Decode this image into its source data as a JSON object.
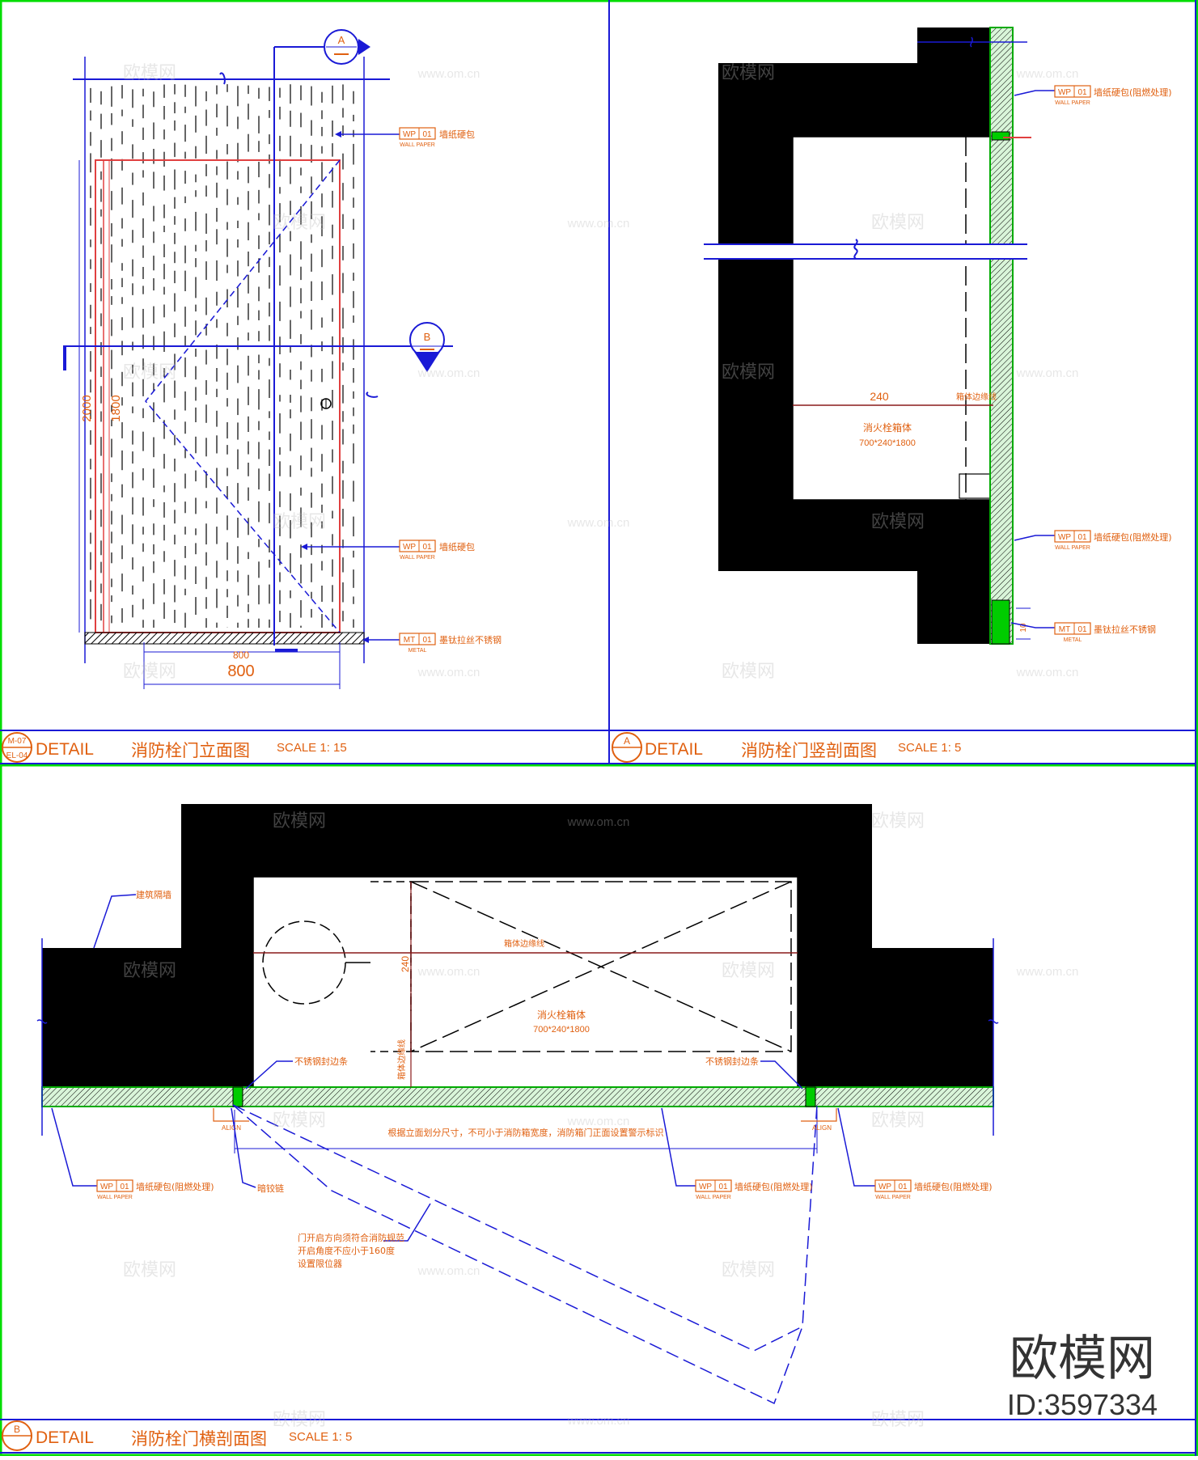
{
  "panels": {
    "elevation": {
      "title_badge": [
        "M-07",
        "EL-04"
      ],
      "detail_word": "DETAIL",
      "title_cn": "消防栓门立面图",
      "scale": "SCALE  1:  15",
      "section_marks": [
        "A",
        "B"
      ],
      "dims": {
        "width_small": "800",
        "width_large": "800",
        "height_a": "1800",
        "height_b": "2000"
      },
      "tags": [
        {
          "code": "WP",
          "num": "01",
          "sub": "WALL PAPER",
          "desc": "墙纸硬包"
        },
        {
          "code": "WP",
          "num": "01",
          "sub": "WALL PAPER",
          "desc": "墙纸硬包"
        },
        {
          "code": "MT",
          "num": "01",
          "sub": "METAL",
          "desc": "墨钛拉丝不锈钢"
        }
      ]
    },
    "vertical_section": {
      "badge": "A",
      "detail_word": "DETAIL",
      "title_cn": "消防栓门竖剖面图",
      "scale": "SCALE 1:  5",
      "dim_240": "240",
      "dim_small": "10",
      "box_label": "消火栓箱体",
      "box_size": "700*240*1800",
      "edge_note": "箱体边缘线",
      "tags": [
        {
          "code": "WP",
          "num": "01",
          "sub": "WALL PAPER",
          "desc": "墙纸硬包(阻燃处理)"
        },
        {
          "code": "WP",
          "num": "01",
          "sub": "WALL PAPER",
          "desc": "墙纸硬包(阻燃处理)"
        },
        {
          "code": "MT",
          "num": "01",
          "sub": "METAL",
          "desc": "墨钛拉丝不锈钢"
        }
      ]
    },
    "horizontal_section": {
      "badge": "B",
      "detail_word": "DETAIL",
      "title_cn": "消防栓门横剖面图",
      "scale": "SCALE  1:  5",
      "wall_note": "建筑隔墙",
      "dim_240": "240",
      "box_label": "消火栓箱体",
      "box_size": "700*240*1800",
      "edge_note_top": "箱体边缘线",
      "edge_note_side": "箱体边缘线",
      "trim_left": "不锈钢封边条",
      "trim_right": "不锈钢封边条",
      "align_left": "ALIGN",
      "align_right": "ALIGN",
      "dimension_note": "根据立面划分尺寸，不可小于消防箱宽度，消防箱门正面设置警示标识",
      "hinge_note": "暗铰链",
      "door_note": [
        "门开启方向须符合消防规范",
        "开启角度不应小于160度",
        "设置限位器"
      ],
      "tags": [
        {
          "code": "WP",
          "num": "01",
          "sub": "WALL PAPER",
          "desc": "墙纸硬包(阻燃处理)"
        },
        {
          "code": "WP",
          "num": "01",
          "sub": "WALL PAPER",
          "desc": "墙纸硬包(阻燃处理)"
        },
        {
          "code": "WP",
          "num": "01",
          "sub": "WALL PAPER",
          "desc": "墙纸硬包(阻燃处理)"
        }
      ]
    }
  },
  "watermark": {
    "site": "www.om.cn",
    "cn": "欧模网",
    "big_logo": "欧模网",
    "id_text": "ID:3597334"
  },
  "colors": {
    "frame": "#1a1ad6",
    "border_green": "#00dd00",
    "annotation_orange": "#e06010",
    "cut_black": "#000000",
    "insulation_green": "#00aa00"
  }
}
